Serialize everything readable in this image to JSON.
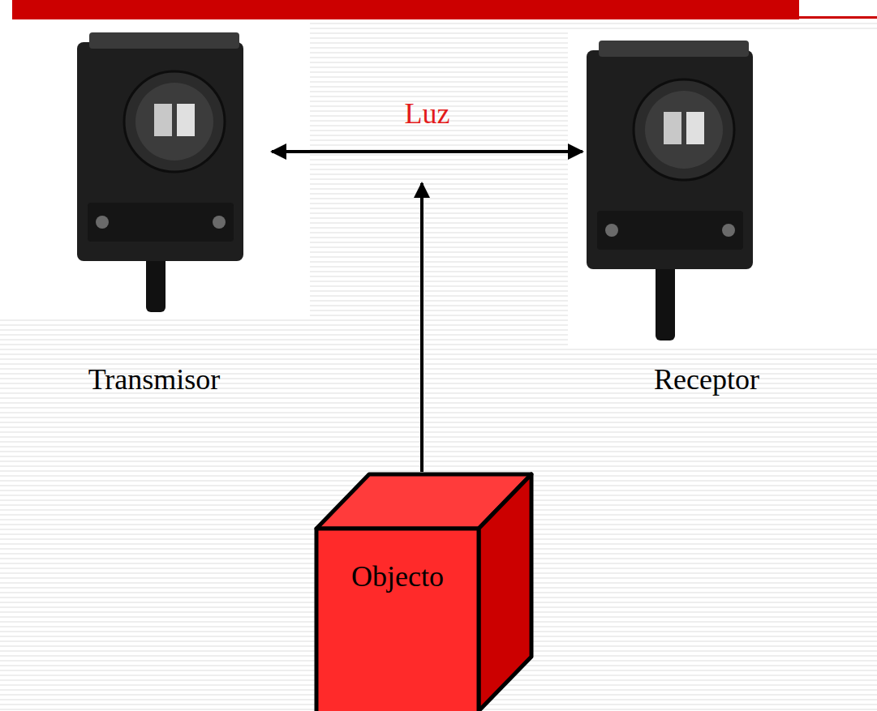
{
  "diagram": {
    "nodes": [
      {
        "text": [
          "Transmisor"
        ]
      },
      {
        "text": [
          "Receptor"
        ]
      },
      {
        "text": [
          "Objecto"
        ]
      }
    ],
    "edges": [
      {
        "from": 0,
        "to": 1,
        "arrow": "both",
        "label": "Luz"
      }
    ]
  }
}
